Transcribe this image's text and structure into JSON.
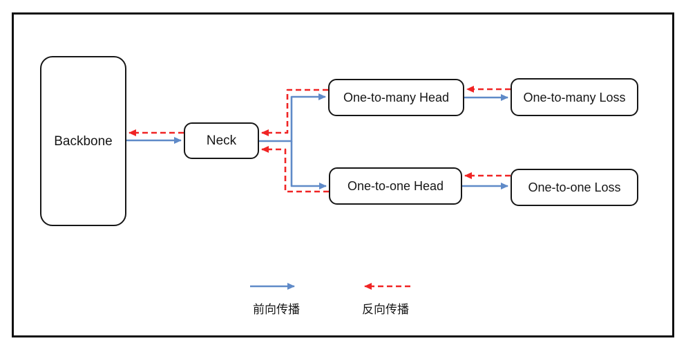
{
  "colors": {
    "forward_arrow": "#5f8ac8",
    "backward_arrow": "#f02424",
    "node_border": "#161616",
    "frame_border": "#0f0f0f",
    "text": "#161616",
    "background": "#ffffff"
  },
  "nodes": {
    "backbone": {
      "label": "Backbone"
    },
    "neck": {
      "label": "Neck"
    },
    "one_to_many_head": {
      "label": "One-to-many Head"
    },
    "one_to_many_loss": {
      "label": "One-to-many Loss"
    },
    "one_to_one_head": {
      "label": "One-to-one Head"
    },
    "one_to_one_loss": {
      "label": "One-to-one Loss"
    }
  },
  "edges": [
    {
      "from": "Backbone",
      "to": "Neck",
      "type": "forward"
    },
    {
      "from": "Neck",
      "to": "Backbone",
      "type": "backward"
    },
    {
      "from": "Neck",
      "to": "One-to-many Head",
      "type": "forward"
    },
    {
      "from": "One-to-many Head",
      "to": "Neck",
      "type": "backward"
    },
    {
      "from": "Neck",
      "to": "One-to-one Head",
      "type": "forward"
    },
    {
      "from": "One-to-one Head",
      "to": "Neck",
      "type": "backward"
    },
    {
      "from": "One-to-many Head",
      "to": "One-to-many Loss",
      "type": "forward"
    },
    {
      "from": "One-to-many Loss",
      "to": "One-to-many Head",
      "type": "backward"
    },
    {
      "from": "One-to-one Head",
      "to": "One-to-one Loss",
      "type": "forward"
    },
    {
      "from": "One-to-one Loss",
      "to": "One-to-one Head",
      "type": "backward"
    }
  ],
  "legend": {
    "forward": {
      "label": "前向传播"
    },
    "backward": {
      "label": "反向传播"
    }
  }
}
